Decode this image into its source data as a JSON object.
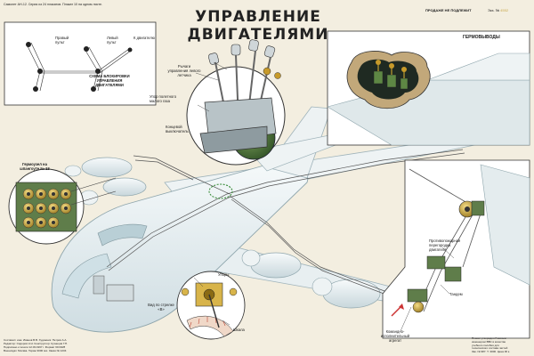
{
  "header": {
    "left_note": "Самолет АН-12. Серия из 24 плакатов. Плакат 10 на одном листе.",
    "title": "УПРАВЛЕНИЕ ДВИГАТЕЛЯМИ",
    "right_note": "ПРОДАЖЕ НЕ ПОДЛЕЖИТ",
    "sheet_label": "Экз. №",
    "sheet_value": "4552"
  },
  "scheme": {
    "left_pult": "Правый пульт",
    "right_pult": "Левый пульт",
    "engine": "К двигателю",
    "caption": "СХЕМА БЛОКИРОВКИ УПРАВЛЕНИЯ ДВИГАТЕЛЯМИ"
  },
  "throttle": {
    "levers_label": "Рычаги управления левого летчика",
    "stop_label": "Упор полетного малого газа",
    "switch_label": "Концевой выключатель"
  },
  "germovyvody": {
    "title": "ГЕРМОВЫВОДЫ"
  },
  "germoluchka": {
    "label": "Гермоузел на шпангоуте № 13"
  },
  "quadrant": {
    "sector_label": "Шкала",
    "arrow_label": "Вид по стрелке «В»",
    "cable_label": "Упоры"
  },
  "right_panel": {
    "firewall_label": "Противопожарная перегородка двигателя",
    "tandem_label": "Тандем",
    "aggregate_label": "Командно-исполнительный агрегат"
  },
  "footer": {
    "left_lines": [
      "Составил: инж. Иванов В.В. Художник: Петров А.А.",
      "Редактор: Сидоров Н.Н. Конструктор: Кузнецов Г.П.",
      "Подписано к печати 12.03.1967 г. Формат 60×90/8",
      "Воениздат. Москва. Тираж 3000 экз. Заказ № 1234"
    ],
    "right_lines": [
      "Плакат утвержден Главным",
      "инженером ВВС в качестве",
      "учебного пособия для",
      "технического состава частей",
      "Зак. № 987. Т. 3000. Цена 30 к."
    ]
  },
  "colors": {
    "background": "#f3eee0",
    "title_ink": "#222222",
    "green_metal": "#3f6b32",
    "yellow_pulley": "#d8b44a",
    "fuselage": "#e4ecef"
  }
}
